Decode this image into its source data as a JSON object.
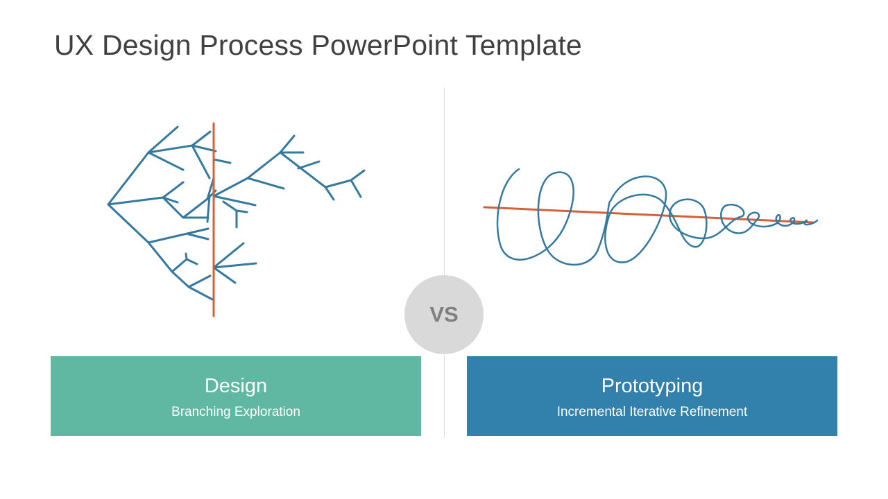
{
  "slide": {
    "title": "UX Design Process PowerPoint Template"
  },
  "vs_label": "VS",
  "colors": {
    "branch_line": "#35799f",
    "axis_line": "#d4603a",
    "design_card": "#60b8a2",
    "prototyping_card": "#3281ac",
    "divider": "#d9d9d9",
    "vs_circle": "#d9d9d9"
  },
  "cards": {
    "design": {
      "title": "Design",
      "subtitle": "Branching Exploration"
    },
    "prototyping": {
      "title": "Prototyping",
      "subtitle": "Incremental Iterative Refinement"
    }
  }
}
